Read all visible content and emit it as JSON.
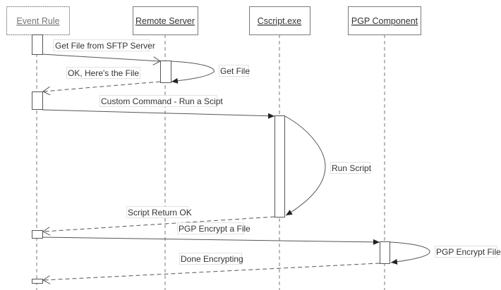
{
  "diagram": {
    "type": "sequence",
    "participants": [
      {
        "id": "event_rule",
        "label": "Event Rule"
      },
      {
        "id": "remote_server",
        "label": "Remote Server"
      },
      {
        "id": "cscript",
        "label": "Cscript.exe"
      },
      {
        "id": "pgp",
        "label": "PGP Component"
      }
    ],
    "messages": [
      {
        "from": "event_rule",
        "to": "remote_server",
        "label": "Get File from SFTP Server",
        "style": "solid",
        "arrow": "open"
      },
      {
        "from": "remote_server",
        "to": "remote_server",
        "label": "Get File",
        "style": "solid",
        "arrow": "filled",
        "self": true
      },
      {
        "from": "remote_server",
        "to": "event_rule",
        "label": "OK, Here's the File",
        "style": "dashed",
        "arrow": "open"
      },
      {
        "from": "event_rule",
        "to": "cscript",
        "label": "Custom Command - Run a Scipt",
        "style": "solid",
        "arrow": "filled"
      },
      {
        "from": "cscript",
        "to": "cscript",
        "label": "Run Script",
        "style": "solid",
        "arrow": "filled",
        "self": true
      },
      {
        "from": "cscript",
        "to": "event_rule",
        "label": "Script Return OK",
        "style": "dashed",
        "arrow": "open"
      },
      {
        "from": "event_rule",
        "to": "pgp",
        "label": "PGP Encrypt a File",
        "style": "solid",
        "arrow": "filled"
      },
      {
        "from": "pgp",
        "to": "pgp",
        "label": "PGP Encrypt File",
        "style": "solid",
        "arrow": "filled",
        "self": true
      },
      {
        "from": "pgp",
        "to": "event_rule",
        "label": "Done Encrypting",
        "style": "dashed",
        "arrow": "open"
      }
    ]
  }
}
